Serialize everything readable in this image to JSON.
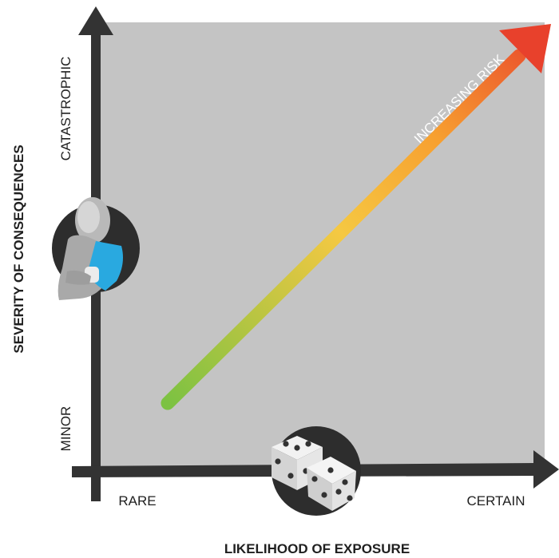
{
  "y_axis": {
    "title": "SEVERITY OF CONSEQUENCES",
    "top_label": "CATASTROPHIC",
    "bottom_label": "MINOR"
  },
  "x_axis": {
    "title": "LIKELIHOOD OF EXPOSURE",
    "left_label": "RARE",
    "right_label": "CERTAIN"
  },
  "risk_arrow": {
    "label": "INCREASING RISK",
    "gradient_colors": [
      "#7cc242",
      "#f5c842",
      "#f7a030",
      "#e8412c"
    ]
  },
  "colors": {
    "plot_background": "#c4c4c4",
    "axis": "#333333",
    "icon_circle": "#2d2d2d",
    "person_highlight": "#29a9e0"
  },
  "icons": {
    "person": "injured-person-icon",
    "dice": "dice-icon"
  }
}
